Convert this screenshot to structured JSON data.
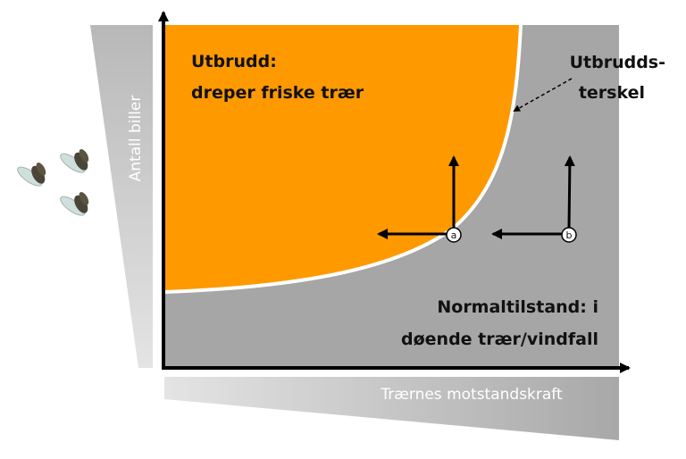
{
  "diagram": {
    "y_axis_label": "Antall biller",
    "x_axis_label": "Trærnes motstandskraft",
    "outbreak_region": {
      "line1": "Utbrudd:",
      "line2": "dreper friske trær"
    },
    "normal_region": {
      "line1": "Normaltilstand: i",
      "line2": "døende trær/vindfall"
    },
    "threshold_label": {
      "line1": "Utbrudds-",
      "line2": "terskel"
    },
    "points": [
      {
        "label": "a"
      },
      {
        "label": "b"
      }
    ],
    "colors": {
      "outbreak": "#FF9900",
      "normal": "#A6A6A6",
      "threshold_line": "#FFFFFF",
      "axes": "#000000"
    }
  }
}
